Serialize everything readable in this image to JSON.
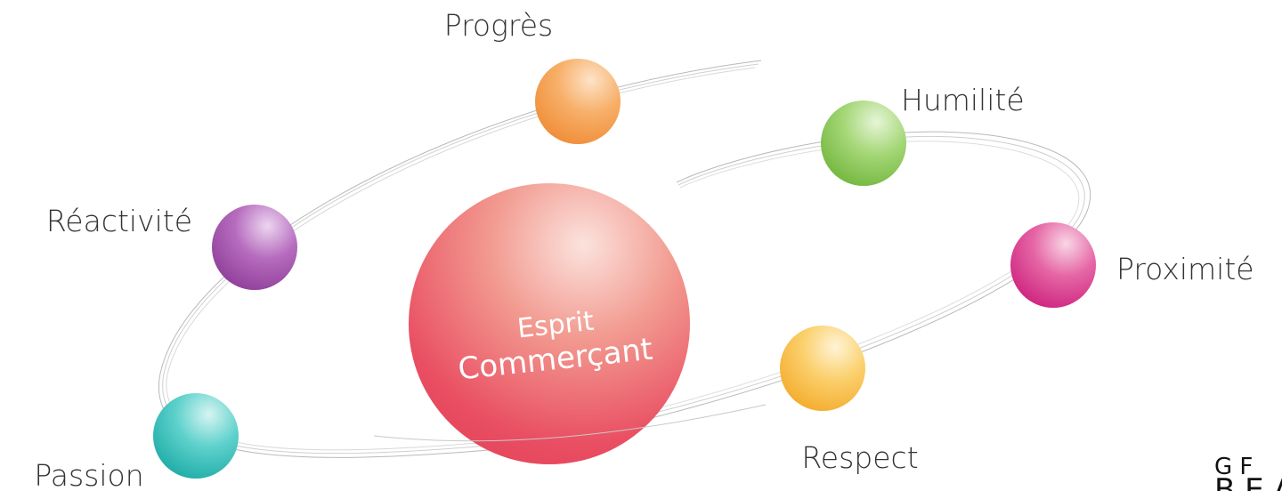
{
  "center": {
    "line1": "Esprit",
    "line2": "Commerçant"
  },
  "values": [
    {
      "id": "progres",
      "label": "Progrès",
      "color": "#f19a45"
    },
    {
      "id": "humilite",
      "label": "Humilité",
      "color": "#87c64f"
    },
    {
      "id": "reactivite",
      "label": "Réactivité",
      "color": "#a04aa8"
    },
    {
      "id": "proximite",
      "label": "Proximité",
      "color": "#d9358a"
    },
    {
      "id": "respect",
      "label": "Respect",
      "color": "#f7bd3d"
    },
    {
      "id": "passion",
      "label": "Passion",
      "color": "#2bbdb8"
    }
  ],
  "center_color": "#e84a5f",
  "logo": {
    "line1": "G   F",
    "line2": "B E A"
  }
}
